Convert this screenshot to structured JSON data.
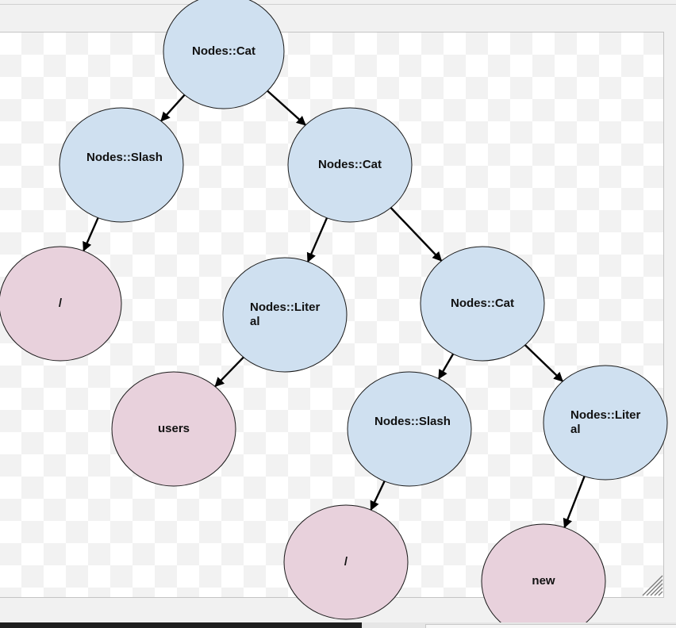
{
  "colors": {
    "inner_node_fill": "#cfe0f0",
    "leaf_node_fill": "#e8d1dc",
    "stroke": "#1a1a1a",
    "edge": "#000000"
  },
  "tree": {
    "nodes": [
      {
        "id": "n1",
        "kind": "inner",
        "label": "Nodes::Cat"
      },
      {
        "id": "n2",
        "kind": "inner",
        "label": "Nodes::Slash"
      },
      {
        "id": "n3",
        "kind": "inner",
        "label": "Nodes::Cat"
      },
      {
        "id": "n4",
        "kind": "leaf",
        "label": "/"
      },
      {
        "id": "n5",
        "kind": "inner",
        "label": "Nodes::Literal"
      },
      {
        "id": "n6",
        "kind": "inner",
        "label": "Nodes::Cat"
      },
      {
        "id": "n7",
        "kind": "leaf",
        "label": "users"
      },
      {
        "id": "n8",
        "kind": "inner",
        "label": "Nodes::Slash"
      },
      {
        "id": "n9",
        "kind": "inner",
        "label": "Nodes::Literal"
      },
      {
        "id": "n10",
        "kind": "leaf",
        "label": "/"
      },
      {
        "id": "n11",
        "kind": "leaf",
        "label": "new"
      }
    ],
    "edges": [
      {
        "from": "n1",
        "to": "n2"
      },
      {
        "from": "n1",
        "to": "n3"
      },
      {
        "from": "n2",
        "to": "n4"
      },
      {
        "from": "n3",
        "to": "n5"
      },
      {
        "from": "n3",
        "to": "n6"
      },
      {
        "from": "n5",
        "to": "n7"
      },
      {
        "from": "n6",
        "to": "n8"
      },
      {
        "from": "n6",
        "to": "n9"
      },
      {
        "from": "n8",
        "to": "n10"
      },
      {
        "from": "n9",
        "to": "n11"
      }
    ]
  }
}
